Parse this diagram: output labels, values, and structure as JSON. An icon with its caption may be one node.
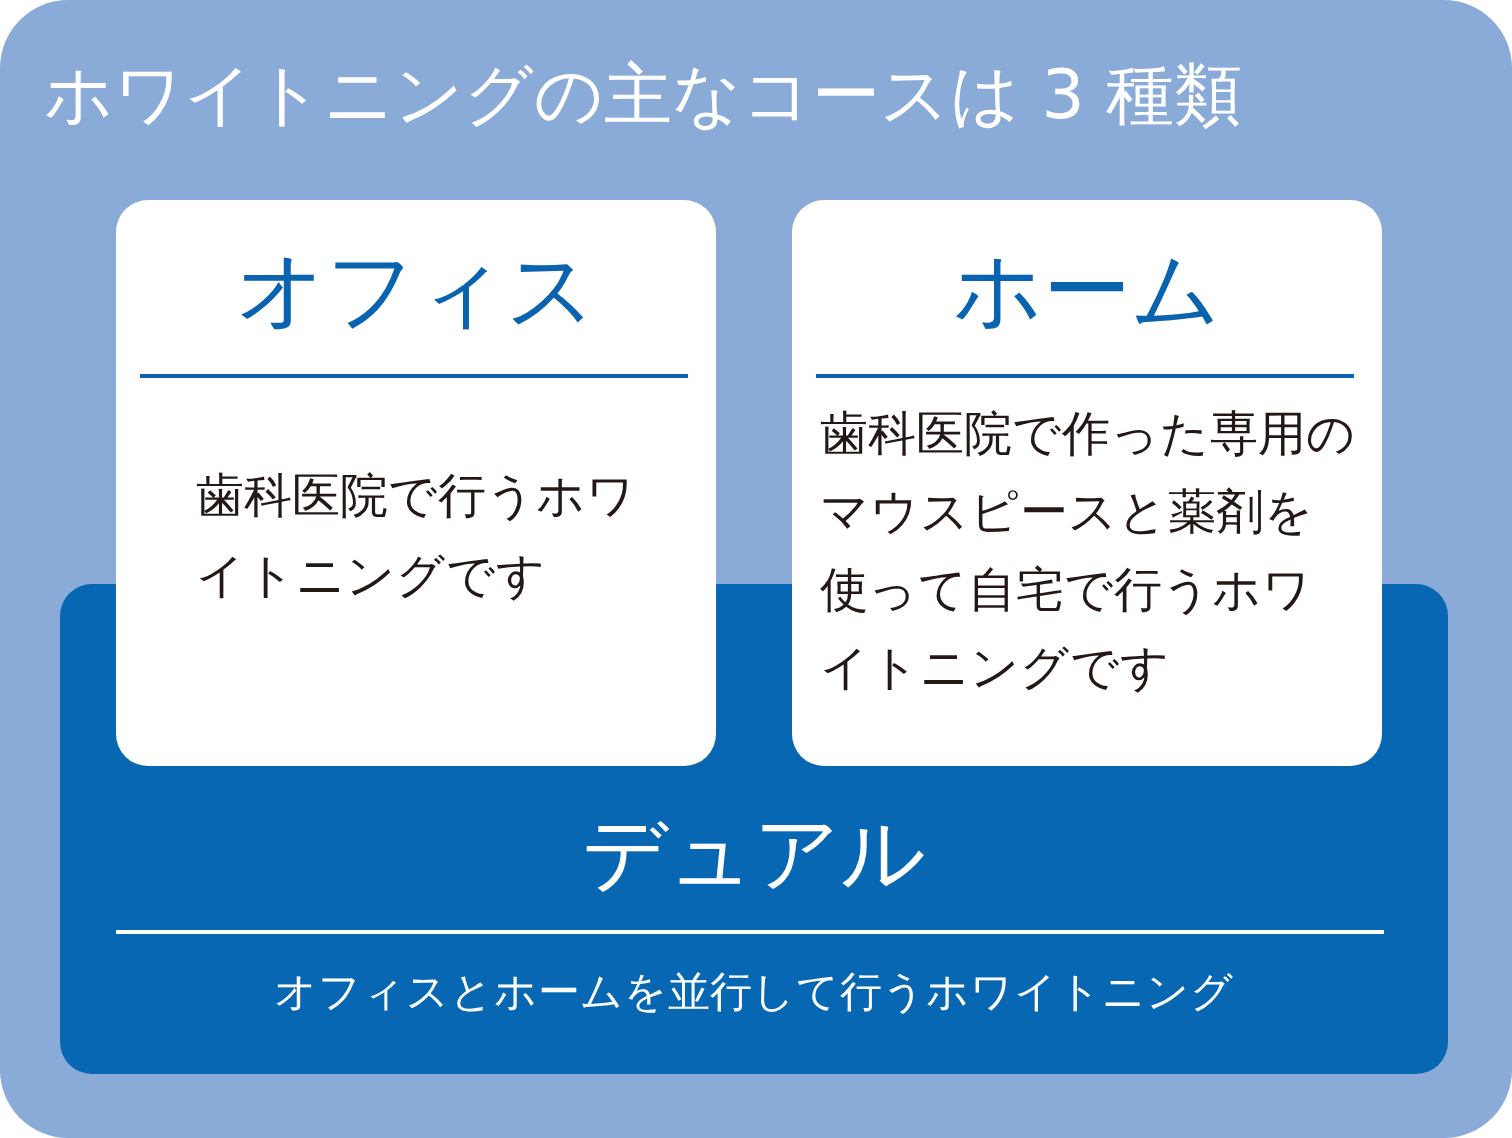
{
  "diagram": {
    "nodes": [
      {
        "text": [
          "ホワイトニングの主なコースは 3 種類"
        ]
      },
      {
        "text": [
          "オフィス",
          "歯科医院で行うホワイトニングです"
        ],
        "in": 0
      },
      {
        "text": [
          "ホーム",
          "歯科医院で作った専用のマウスピースと薬剤を使って自宅で行うホワイトニングです"
        ],
        "in": 0
      },
      {
        "text": [
          "デュアル",
          "オフィスとホームを並行して行うホワイトニング"
        ],
        "in": 0
      }
    ]
  }
}
